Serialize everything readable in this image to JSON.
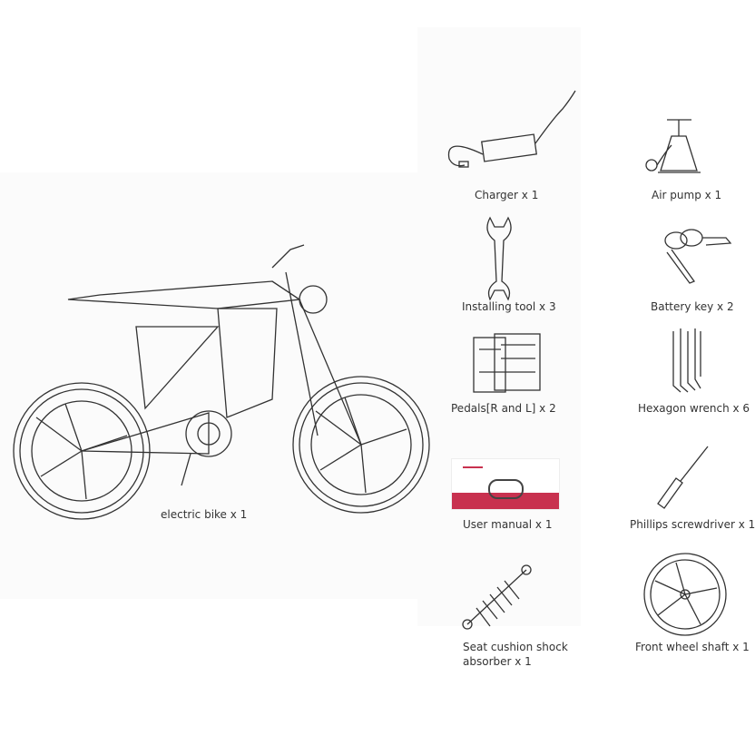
{
  "items": [
    {
      "label": "electric bike x 1",
      "icon": "electric-bike"
    },
    {
      "label": "Charger x 1",
      "icon": "charger"
    },
    {
      "label": "Air pump x 1",
      "icon": "air-pump"
    },
    {
      "label": "Installing tool x 3",
      "icon": "wrench"
    },
    {
      "label": "Battery key x 2",
      "icon": "keys"
    },
    {
      "label": "Pedals[R and L] x 2",
      "icon": "pedals"
    },
    {
      "label": "Hexagon wrench x 6",
      "icon": "hex-keys"
    },
    {
      "label": "User manual x 1",
      "icon": "user-manual"
    },
    {
      "label": "Phillips screwdriver x 1",
      "icon": "screwdriver"
    },
    {
      "label": "Seat cushion shock absorber x 1",
      "label_line1": "Seat cushion shock",
      "label_line2": "absorber x 1",
      "icon": "shock-absorber"
    },
    {
      "label": "Front wheel shaft x 1",
      "icon": "front-wheel"
    }
  ],
  "colors": {
    "manual_band": "#c8314f",
    "line": "#333333"
  }
}
